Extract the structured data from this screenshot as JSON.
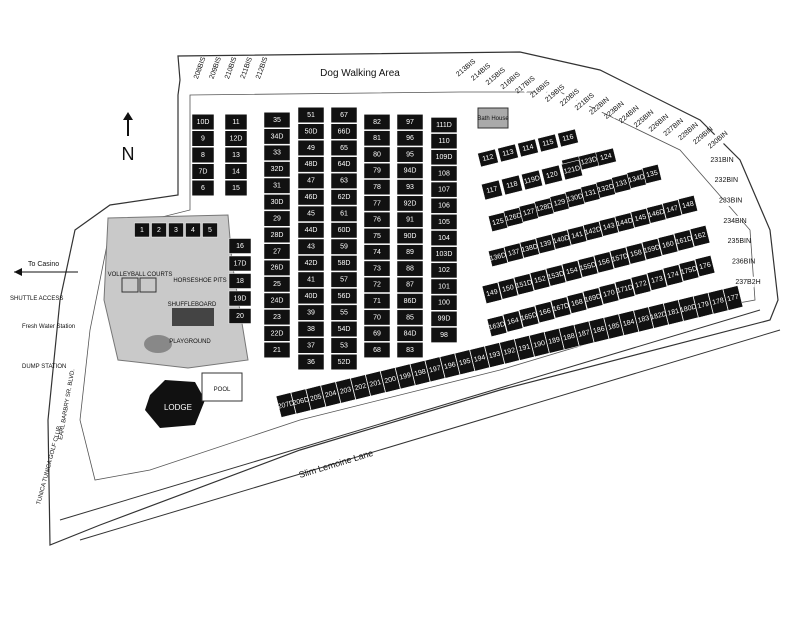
{
  "map": {
    "dog_area_label": "Dog Walking Area",
    "road_label": "Slim Lemoine Lane",
    "to_casino": "To Casino",
    "shuttle_access": "SHUTTLE ACCESS",
    "north": "N",
    "lodge": "LODGE",
    "pool": "POOL",
    "playground": "PLAYGROUND",
    "volleyball": "VOLLEYBALL COURTS",
    "horseshoe": "HORSESHOE PITS",
    "shuffleboard": "SHUFFLEBOARD",
    "bath_house": "Bath House",
    "fresh_water": "Fresh Water Station",
    "dump_station": "DUMP STATION",
    "side_road": "EARL BARBRY SR. BLVD.",
    "golf_club": "TUNICA TUNICA GOLF CLUB"
  },
  "sites": {
    "top_row": [
      "208BIS",
      "209BIS",
      "210BIS",
      "211BIS",
      "212BIS"
    ],
    "top_right": [
      "213BIS",
      "214BIS",
      "215BIS",
      "216BIS",
      "217BIS",
      "218BIS",
      "219BIS",
      "220BIS",
      "221BIS",
      "222BIN",
      "223BIN",
      "224BIN",
      "225BIN",
      "226BIN",
      "227BIN",
      "228BIN",
      "229BIN",
      "230BIN"
    ],
    "east_col": [
      "231BIN",
      "232BIN",
      "233BIN",
      "234BIN",
      "235BIN",
      "236BIN",
      "237B2H"
    ],
    "col_a": [
      "10D",
      "9",
      "8",
      "7D",
      "6"
    ],
    "col_b": [
      "11",
      "12D",
      "13",
      "14",
      "15"
    ],
    "rec_top": [
      "1",
      "2",
      "3",
      "4",
      "5"
    ],
    "rec_right": [
      "16",
      "17D",
      "18",
      "19D",
      "20"
    ],
    "col_c": [
      "35",
      "34D",
      "33",
      "32D",
      "31",
      "30D",
      "29",
      "28D",
      "27",
      "26D",
      "25",
      "24D",
      "23",
      "22D",
      "21"
    ],
    "col_d": [
      "51",
      "50D",
      "49",
      "48D",
      "47",
      "46D",
      "45",
      "44D",
      "43",
      "42D",
      "41",
      "40D",
      "39",
      "38",
      "37",
      "36"
    ],
    "col_e": [
      "67",
      "66D",
      "65",
      "64D",
      "63",
      "62D",
      "61",
      "60D",
      "59",
      "58D",
      "57",
      "56D",
      "55",
      "54D",
      "53",
      "52D"
    ],
    "col_f": [
      "82",
      "81",
      "80",
      "79",
      "78",
      "77",
      "76",
      "75",
      "74",
      "73",
      "72",
      "71",
      "70",
      "69",
      "68"
    ],
    "col_g": [
      "97",
      "96",
      "95",
      "94D",
      "93",
      "92D",
      "91",
      "90D",
      "89",
      "88",
      "87",
      "86D",
      "85",
      "84D",
      "83"
    ],
    "col_h": [
      "111D",
      "110",
      "109D",
      "108",
      "107",
      "106",
      "105",
      "104",
      "103D",
      "102",
      "101",
      "100",
      "99D",
      "98"
    ],
    "row_1": [
      "112",
      "113",
      "114",
      "115",
      "116"
    ],
    "row_2": [
      "122",
      "123D",
      "124"
    ],
    "row_3": [
      "117",
      "118",
      "119D",
      "120",
      "121D"
    ],
    "row_4": [
      "125",
      "126D",
      "127",
      "128D",
      "129",
      "130D",
      "131",
      "132D",
      "133",
      "134D",
      "135"
    ],
    "row_5": [
      "136D",
      "137",
      "138D",
      "139",
      "140D",
      "141",
      "142D",
      "143",
      "144D",
      "145",
      "146D",
      "147",
      "148"
    ],
    "row_6": [
      "149",
      "150",
      "151D",
      "152",
      "153D",
      "154",
      "155D",
      "156",
      "157D",
      "158",
      "159D",
      "160",
      "161D",
      "162"
    ],
    "row_7": [
      "163D",
      "164",
      "165D",
      "166",
      "167D",
      "168",
      "169D",
      "170",
      "171D",
      "172",
      "173",
      "174",
      "175D",
      "176"
    ],
    "row_8": [
      "177",
      "178",
      "179",
      "180D",
      "181",
      "182D",
      "183",
      "184",
      "185",
      "186",
      "187",
      "188",
      "189",
      "190",
      "191",
      "192",
      "193",
      "194",
      "195",
      "196",
      "197",
      "198",
      "199",
      "200",
      "201",
      "202",
      "203",
      "204",
      "205",
      "206D",
      "207D"
    ]
  }
}
